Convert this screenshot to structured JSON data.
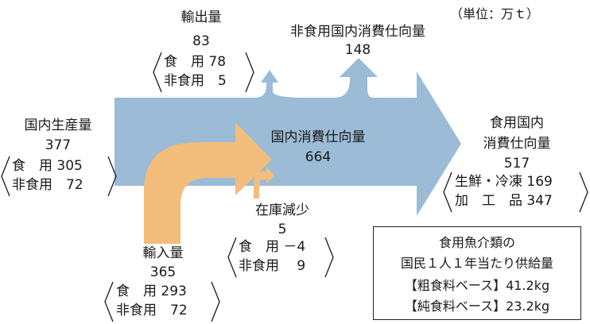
{
  "unit": "（単位：万ｔ）",
  "colors": {
    "domestic": "#9bbbd6",
    "import": "#f3bd7b",
    "text": "#1a1a1a"
  },
  "production": {
    "title": "国内生産量",
    "value": "377",
    "rows": [
      "食　用 305",
      "非食用　72"
    ]
  },
  "export": {
    "title": "輸出量",
    "value": "83",
    "rows": [
      "食　用 78",
      "非食用　5"
    ]
  },
  "nonfood": {
    "title": "非食用国内消費仕向量",
    "value": "148"
  },
  "consumption": {
    "title": "国内消費仕向量",
    "value": "664"
  },
  "food": {
    "title1": "食用国内",
    "title2": "消費仕向量",
    "value": "517",
    "rows": [
      "生鮮・冷凍 169",
      "加　工　品 347"
    ]
  },
  "stock": {
    "title": "在庫減少",
    "value": "5",
    "rows": [
      "食　用 －4",
      "非食用　 9"
    ]
  },
  "import": {
    "title": "輸入量",
    "value": "365",
    "rows": [
      "食　用 293",
      "非食用　72"
    ]
  },
  "info": {
    "line1": "食用魚介類の",
    "line2": "国民１人１年当たり供給量",
    "line3": "【粗食料ベース】41.2kg",
    "line4": "【純食料ベース】23.2kg"
  }
}
